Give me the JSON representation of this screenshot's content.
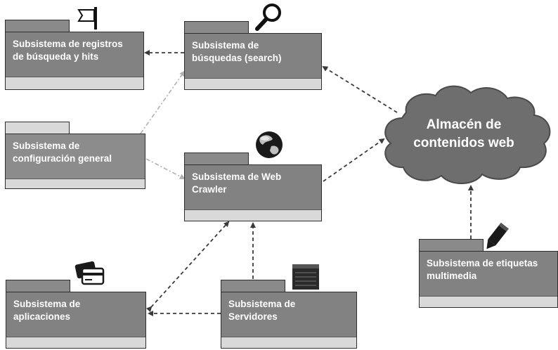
{
  "packages": {
    "registros": {
      "name": "Subsistema de registros\nde búsqueda y hits"
    },
    "busquedas": {
      "name": "Subsistema de\nbúsquedas (search)"
    },
    "configuracion": {
      "name": "Subsistema de\nconfiguración general"
    },
    "crawler": {
      "name": "Subsistema de Web\nCrawler"
    },
    "aplicaciones": {
      "name": "Subsistema de\naplicaciones"
    },
    "servidores": {
      "name": "Subsistema de\nServidores"
    },
    "etiquetas": {
      "name": "Subsistema de etiquetas\nmultimedia"
    }
  },
  "cloud": {
    "label": "Almacén de\ncontenidos web"
  },
  "icons": [
    "flag-icon",
    "magnifier-icon",
    "globe-icon",
    "credit-card-icon",
    "server-icon",
    "pencil-icon"
  ],
  "colors": {
    "package_header": "#828282",
    "package_body": "#d9d9d9",
    "cloud": "#6e6e6e",
    "arrow": "#3a3a3a",
    "config_arrow": "#b0b0b0"
  }
}
